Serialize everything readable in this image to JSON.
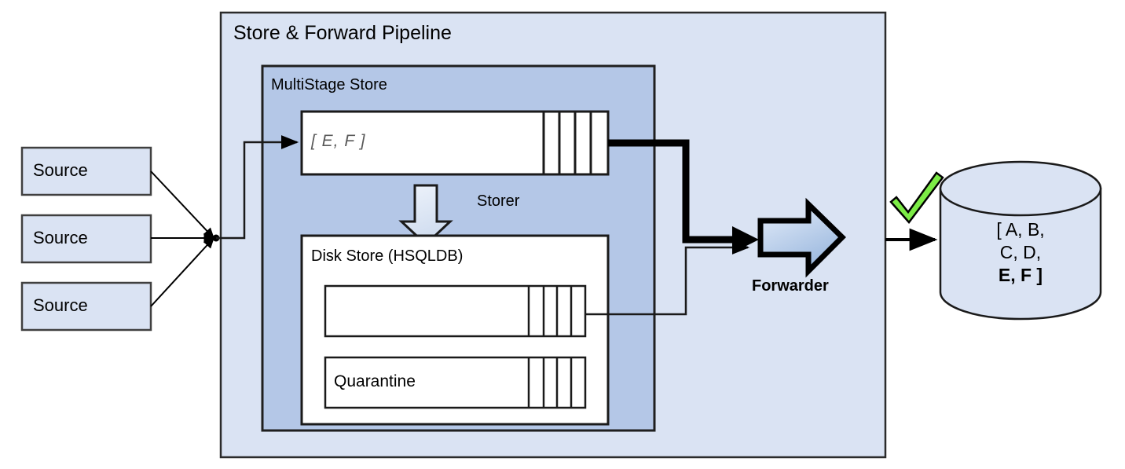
{
  "diagram": {
    "title": "Store & Forward Pipeline",
    "type": "architecture-flow-diagram"
  },
  "sources": {
    "items": [
      {
        "label": "Source"
      },
      {
        "label": "Source"
      },
      {
        "label": "Source"
      }
    ]
  },
  "pipeline": {
    "title": "Store & Forward Pipeline",
    "multistage_store": {
      "title": "MultiStage Store",
      "memory_queue": {
        "label": "[ E, F ]",
        "slot_count": 4
      },
      "storer": {
        "label": "Storer",
        "icon": "down-block-arrow-icon"
      },
      "disk_store": {
        "title": "Disk Store (HSQLDB)",
        "main_queue": {
          "label": "",
          "slot_count": 4
        },
        "quarantine_queue": {
          "label": "Quarantine",
          "slot_count": 4
        }
      }
    },
    "forwarder": {
      "label": "Forwarder",
      "icon": "right-block-arrow-icon"
    }
  },
  "destination": {
    "icon": "database-cylinder-icon",
    "status_icon": "green-check-icon",
    "contents_lines": [
      "[ A, B,",
      "C, D,",
      "E, F ]"
    ],
    "contents_bold_line_index": 2
  },
  "colors": {
    "panel_fill": "#dae3f3",
    "panel_stroke": "#41719c",
    "multistage_fill": "#b4c7e7",
    "multistage_stroke": "#1f1f1f",
    "source_fill": "#dae3f3",
    "source_stroke": "#404040",
    "queue_fill": "#ffffff",
    "queue_stroke": "#000000",
    "storer_fill": "#dce6f4",
    "forwarder_fill_light": "#dce6f4",
    "forwarder_fill_dark": "#9dbae0",
    "cylinder_fill": "#dae3f3",
    "check_green": "#7ceb46",
    "line": "#000000",
    "memory_text": "#595959"
  }
}
